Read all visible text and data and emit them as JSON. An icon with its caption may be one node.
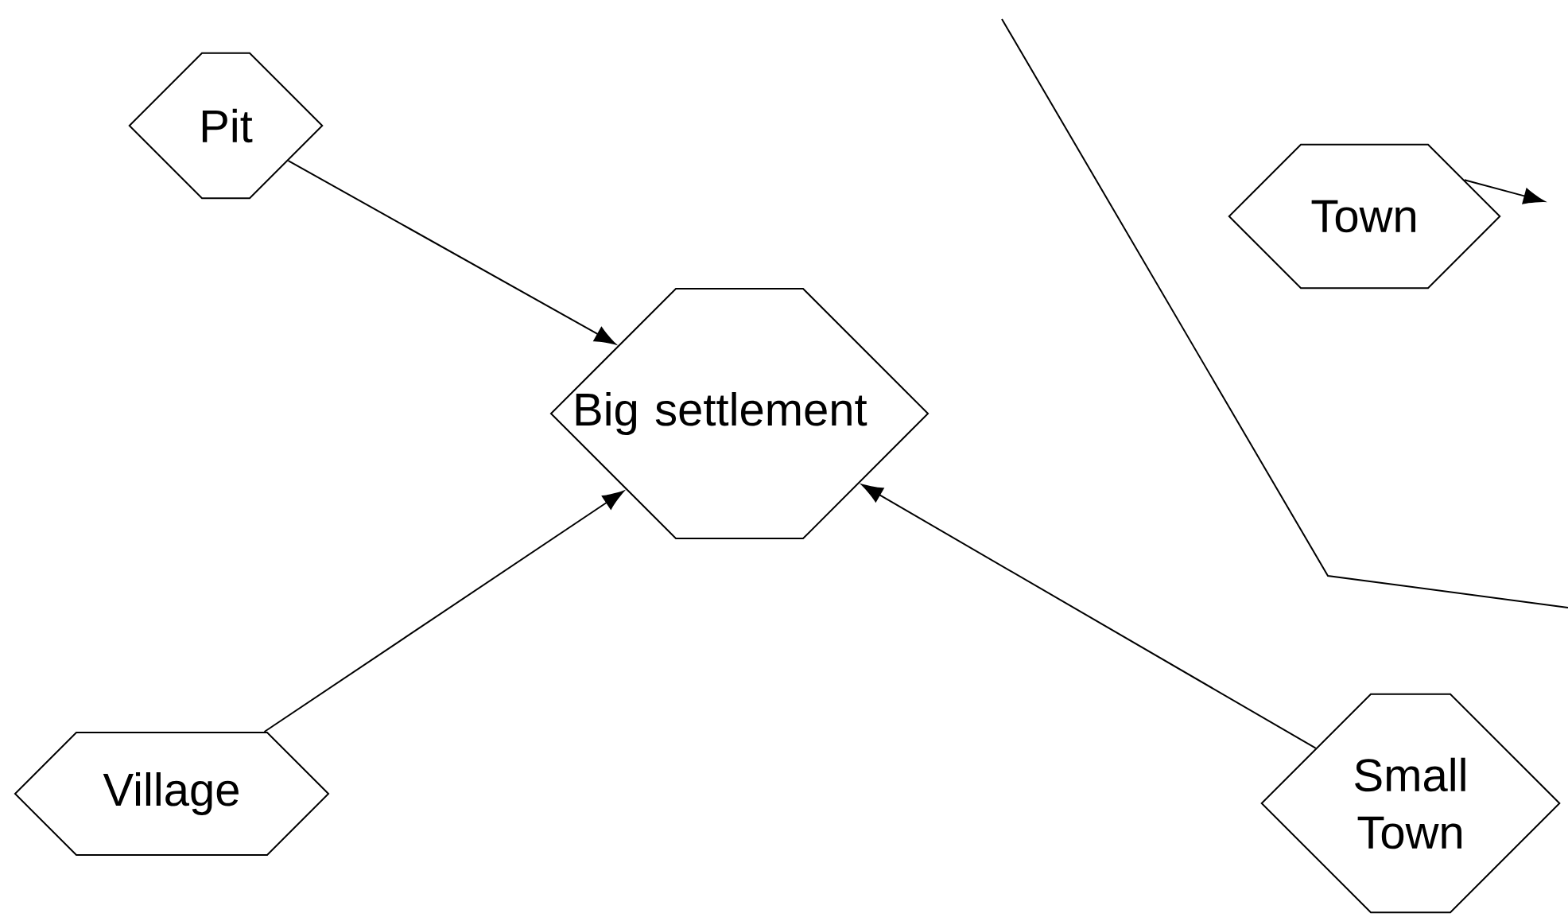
{
  "diagram": {
    "nodes": [
      {
        "text": [
          "Pit"
        ]
      },
      {
        "text": [
          "Big settlement"
        ]
      },
      {
        "text": [
          "Town"
        ]
      },
      {
        "text": [
          "Village"
        ]
      },
      {
        "text": [
          "Small Town"
        ]
      }
    ],
    "edges": [
      {
        "from": 0,
        "to": 1,
        "arrow": "to"
      },
      {
        "from": 2,
        "to": null,
        "arrow": "to"
      },
      {
        "from": 3,
        "to": 1,
        "arrow": "to"
      },
      {
        "from": 4,
        "to": 1,
        "arrow": "to"
      }
    ]
  }
}
